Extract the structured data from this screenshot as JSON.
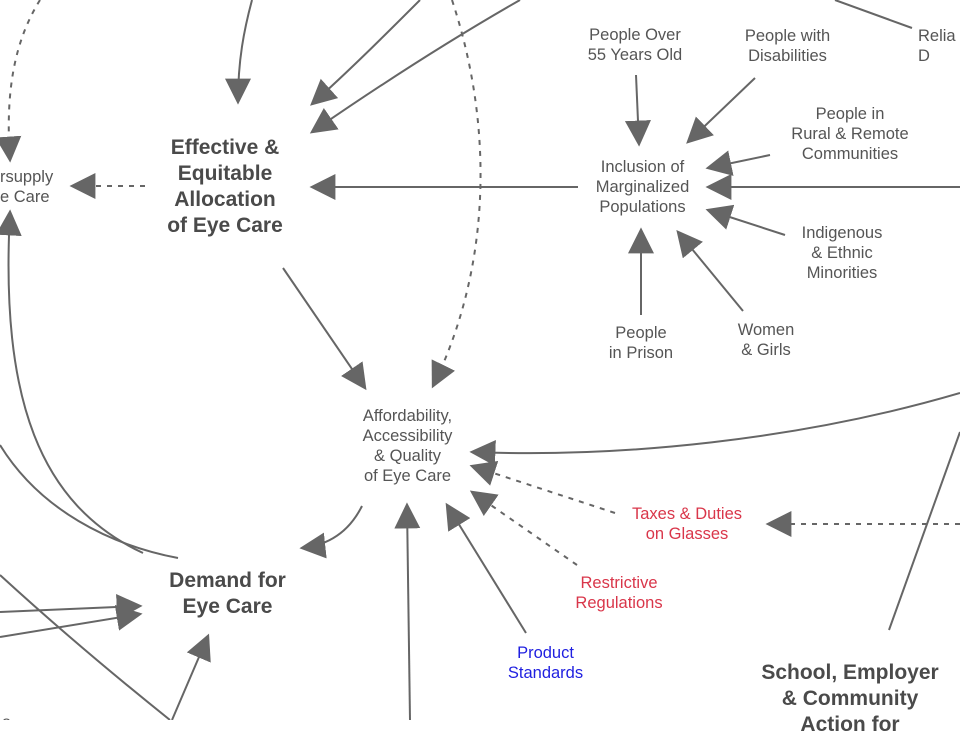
{
  "colors": {
    "arrow": "#666666",
    "text": "#555555",
    "bold_text": "#4a4a4a",
    "red": "#d9364a",
    "blue": "#1f1fe0",
    "background": "#ffffff"
  },
  "nodes": {
    "people_over_55": "People Over\n55 Years Old",
    "people_with_disabilities": "People with\nDisabilities",
    "reliable_partial": "Relia\nD",
    "people_rural_remote": "People in\nRural & Remote\nCommunities",
    "inclusion_marginalized": "Inclusion of\nMarginalized\nPopulations",
    "indigenous_ethnic": "Indigenous\n& Ethnic\nMinorities",
    "people_in_prison": "People\nin Prison",
    "women_girls": "Women\n& Girls",
    "oversupply_partial": "rsupply\ne Care",
    "effective_allocation": "Effective &\nEquitable\nAllocation\nof Eye Care",
    "affordability": "Affordability,\nAccessibility\n& Quality\nof Eye Care",
    "taxes_duties": "Taxes & Duties\non Glasses",
    "restrictive_regulations": "Restrictive\nRegulations",
    "product_standards": "Product\nStandards",
    "demand_eye_care": "Demand for\nEye Care",
    "school_employer": "School, Employer\n& Community\nAction for"
  }
}
